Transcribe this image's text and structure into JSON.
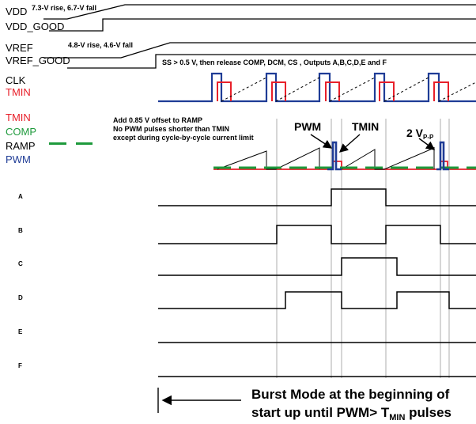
{
  "signals": {
    "vdd": "VDD",
    "vdd_note": "7.3-V rise, 6.7-V fall",
    "vdd_good": "VDD_GOOD",
    "vref": "VREF",
    "vref_note": "4.8-V rise, 4.6-V fall",
    "vref_good": "VREF_GOOD",
    "ss_note": "SS > 0.5 V, then release COMP, DCM, CS , Outputs A,B,C,D,E and F",
    "clk": "CLK",
    "tmin_top": "TMIN",
    "tmin": "TMIN",
    "comp": "COMP",
    "ramp": "RAMP",
    "pwm": "PWM"
  },
  "ramp_note": [
    "Add 0.85 V offset to RAMP",
    "No PWM pulses shorter than TMIN",
    "except during cycle-by-cycle current limit"
  ],
  "callouts": {
    "pwm": "PWM",
    "tmin": "TMIN",
    "vpp": "2 V",
    "vpp_sub": "P-P"
  },
  "channels": [
    "A",
    "B",
    "C",
    "D",
    "E",
    "F"
  ],
  "footer": {
    "line1": "Burst Mode at the beginning of",
    "line2_pre": "start up until PWM> T",
    "line2_sub": "MIN",
    "line2_post": " pulses"
  },
  "colors": {
    "clk": "#1f3c96",
    "tmin": "#e8202a",
    "comp": "#1e9a3c",
    "pwm": "#1f3c96",
    "text": "#000000"
  }
}
